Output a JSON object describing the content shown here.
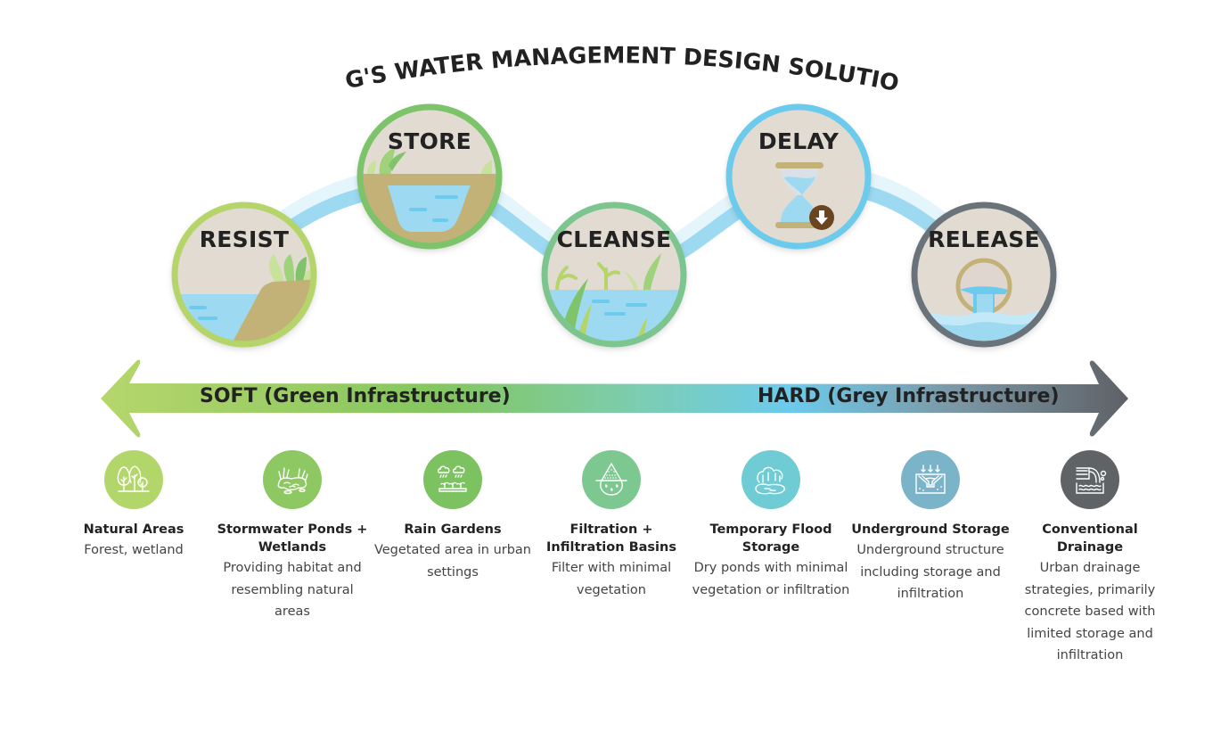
{
  "title": "CPG'S WATER MANAGEMENT DESIGN SOLUTION",
  "stages": [
    {
      "label": "RESIST",
      "ring_color": "#b5d56a",
      "illustration": "bank-with-plants-icon"
    },
    {
      "label": "STORE",
      "ring_color": "#7cc36a",
      "illustration": "pond-basin-icon"
    },
    {
      "label": "CLEANSE",
      "ring_color": "#7cc58f",
      "illustration": "wetland-plants-icon"
    },
    {
      "label": "DELAY",
      "ring_color": "#6ccbec",
      "illustration": "hourglass-icon"
    },
    {
      "label": "RELEASE",
      "ring_color": "#6a737a",
      "illustration": "outfall-pipe-icon"
    }
  ],
  "spectrum": {
    "soft_label": "SOFT (Green Infrastructure)",
    "hard_label": "HARD (Grey Infrastructure)",
    "gradient_colors": [
      "#b6d66c",
      "#84c65e",
      "#7ccdb0",
      "#6ccbec",
      "#7c98a6",
      "#5e6166"
    ]
  },
  "items": [
    {
      "title": "Natural Areas",
      "description": "Forest, wetland",
      "icon": "trees-icon",
      "color": "#b3d66b"
    },
    {
      "title": "Stormwater Ponds + Wetlands",
      "description": "Providing habitat and resembling natural areas",
      "icon": "pond-wetland-icon",
      "color": "#8dc863"
    },
    {
      "title": "Rain Gardens",
      "description": "Vegetated area in urban settings",
      "icon": "rain-garden-icon",
      "color": "#7cc260"
    },
    {
      "title": "Filtration + Infiltration Basins",
      "description": "Filter with minimal vegetation",
      "icon": "filter-drop-icon",
      "color": "#7dc891"
    },
    {
      "title": "Temporary Flood Storage",
      "description": "Dry ponds with minimal vegetation or infiltration",
      "icon": "flood-pond-icon",
      "color": "#6fcbd4"
    },
    {
      "title": "Underground Storage",
      "description": "Underground structure including storage and infiltration",
      "icon": "underground-tank-icon",
      "color": "#7bb3c9"
    },
    {
      "title": "Conventional Drainage",
      "description": "Urban drainage strategies, primarily concrete based with limited storage and infiltration",
      "icon": "drain-pipe-icon",
      "color": "#5f6366"
    }
  ]
}
